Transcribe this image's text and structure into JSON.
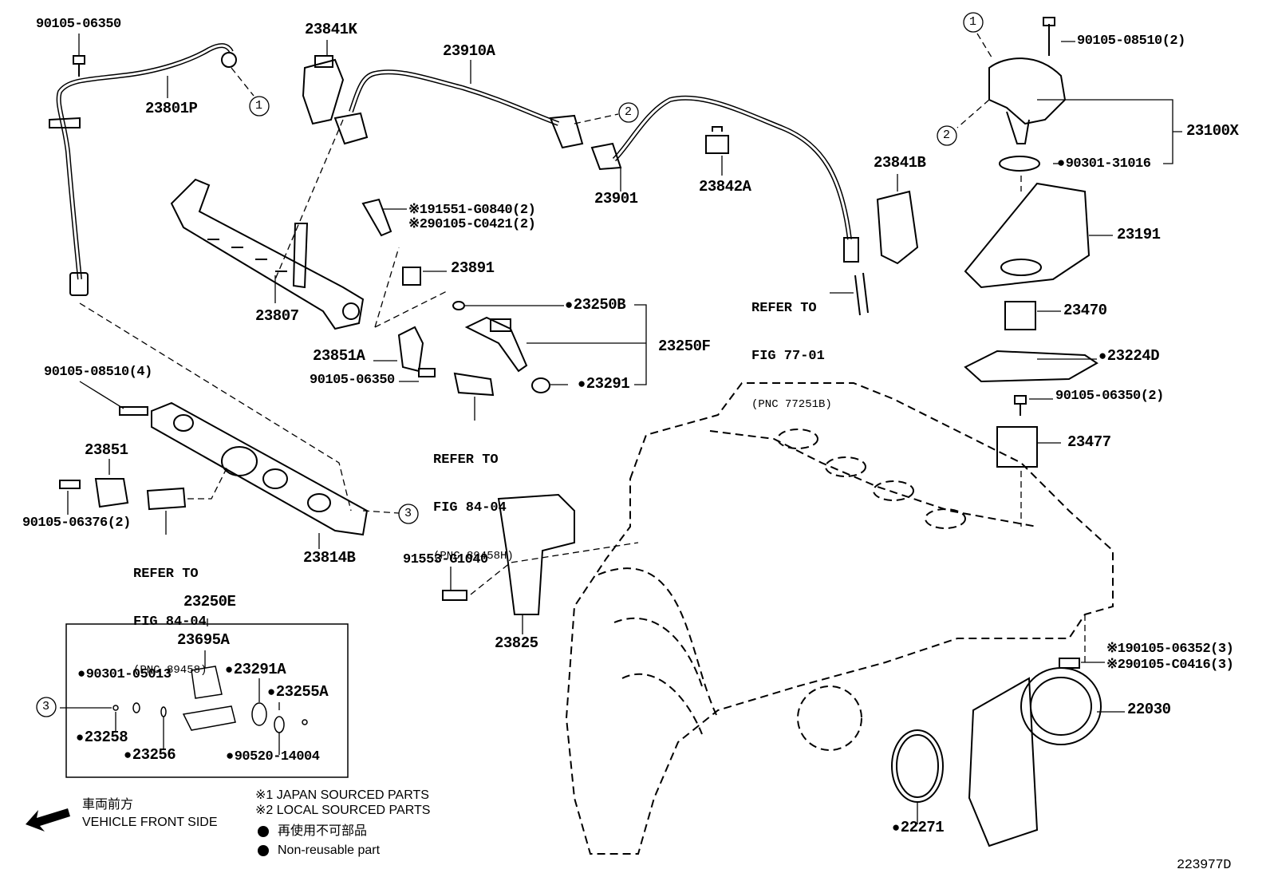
{
  "diagram_id": "223977D",
  "parts": {
    "p1": "90105-06350",
    "p2": "23841K",
    "p3": "23910A",
    "p4": "23801P",
    "p5": "90105-08510(2)",
    "p6": "23100X",
    "p7": "90301-31016",
    "p8": "23191",
    "p9": "23470",
    "p10": "23224D",
    "p11": "90105-06350(2)",
    "p12": "23477",
    "p13": "23901",
    "p14": "23842A",
    "p15": "23841B",
    "p16": "91551-G0840(2)",
    "p17": "90105-C0421(2)",
    "p18": "23891",
    "p19": "23807",
    "p20": "23250B",
    "p21": "23250F",
    "p22": "23851A",
    "p23": "90105-06350",
    "p24": "23291",
    "p25": "90105-08510(4)",
    "p26": "23851",
    "p27": "90105-06376(2)",
    "p28": "23814B",
    "p29": "91553-G1040",
    "p30": "23825",
    "p31": "23250E",
    "p32": "23695A",
    "p33": "90301-05013",
    "p34": "23291A",
    "p35": "23255A",
    "p36": "23258",
    "p37": "23256",
    "p38": "90520-14004",
    "p39": "90105-06352(3)",
    "p40": "90105-C0416(3)",
    "p41": "22030",
    "p42": "22271"
  },
  "marks": {
    "m1": "※1",
    "m2": "※2"
  },
  "callouts": {
    "c1": "1",
    "c2": "2",
    "c3": "3"
  },
  "refs": {
    "r1_line1": "REFER TO",
    "r1_line2": "FIG 77-01",
    "r1_pnc": "(PNC 77251B)",
    "r2_line1": "REFER TO",
    "r2_line2": "FIG 84-04",
    "r2_pnc": "(PNC 89458H)",
    "r3_line1": "REFER TO",
    "r3_line2": "FIG 84-04",
    "r3_pnc": "(PNC 89458)"
  },
  "legend": {
    "front_jp": "車両前方",
    "front_en": "VEHICLE FRONT SIDE",
    "note1_mark": "※1",
    "note1": "JAPAN SOURCED PARTS",
    "note2_mark": "※2",
    "note2": "LOCAL SOURCED PARTS",
    "nonreuse_jp": "再使用不可部品",
    "nonreuse_en": "Non-reusable part"
  }
}
